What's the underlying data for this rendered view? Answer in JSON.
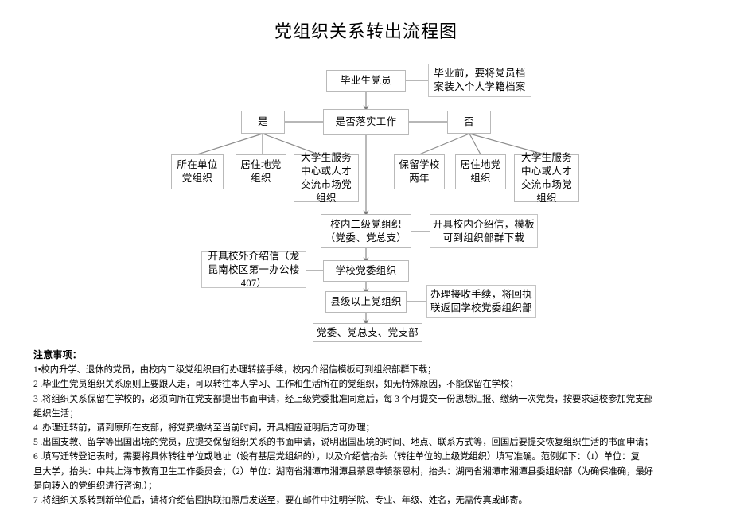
{
  "title": "党组织关系转出流程图",
  "flowchart": {
    "nodes": {
      "graduate_member": "毕业生党员",
      "archive_note": "毕业前，要将党员档案装入个人学籍档案",
      "has_job_decision": "是否落实工作",
      "yes": "是",
      "no": "否",
      "yes_branch_1": "所在单位党组织",
      "yes_branch_2": "居住地党组织",
      "yes_branch_3": "大学生服务中心或人才交流市场党组织",
      "no_branch_1": "保留学校两年",
      "no_branch_2": "居住地党组织",
      "no_branch_3": "大学生服务中心或人才交流市场党组织",
      "secondary_party_org": "校内二级党组织（党委、党总支）",
      "internal_letter_note": "开具校内介绍信，模板可到组织部群下载",
      "external_letter_note": "开具校外介绍信（龙昆南校区第一办公楼407）",
      "school_party_committee": "学校党委组织",
      "county_level_org": "县级以上党组织",
      "receipt_note": "办理接收手续，将回执联返回学校党委组织部",
      "final_branches": "党委、党总支、党支部"
    }
  },
  "notes": {
    "heading": "注意事项：",
    "items": [
      "1•校内升学、退休的党员，由校内二级党组织自行办理转接手续，校内介绍信模板可到组织部群下载；",
      "2 .毕业生党员组织关系原则上要跟人走，可以转往本人学习、工作和生活所在的党组织，如无特殊原因，不能保留在学校；",
      "3 .将组织关系保留在学校的，必须向所在党支部提出书面申请，经上级党委批准同意后，每 3 个月提交一份思想汇报、缴纳一次党费，按要求返校参加党支部",
      "组织生活；",
      "4 .办理迁转前，请到原所在支部，将党费缴纳至当前时间，开具相应证明后方可办理；",
      "5 .出国支教、留学等出国出境的党员，应提交保留组织关系的书面申请，说明出国出境的时间、地点、联系方式等，回国后要提交恢复组织生活的书面申请；",
      "6 .填写迁转登记表时，需要将具体转往单位或地址（设有基层党组织的），以及介绍信抬头（转往单位的上级党组织）填写准确。范例如下：（1）单位：复",
      "旦大学，抬头：中共上海市教育卫生工作委员会；（2）单位：湖南省湘潭市湘潭县茶恩寺镇茶恩村，抬头：湖南省湘潭市湘潭县委组织部（为确保准确，最好",
      "是向转入的党组织进行咨询.）；",
      "7 .将组织关系转到新单位后，请将介绍信回执联拍照后发送至，要在邮件中注明学院、专业、年级、姓名，无需传真或邮寄。"
    ]
  },
  "colors": {
    "box_border": "#b9b9b9",
    "line": "#8c8c8c",
    "text": "#000000"
  }
}
